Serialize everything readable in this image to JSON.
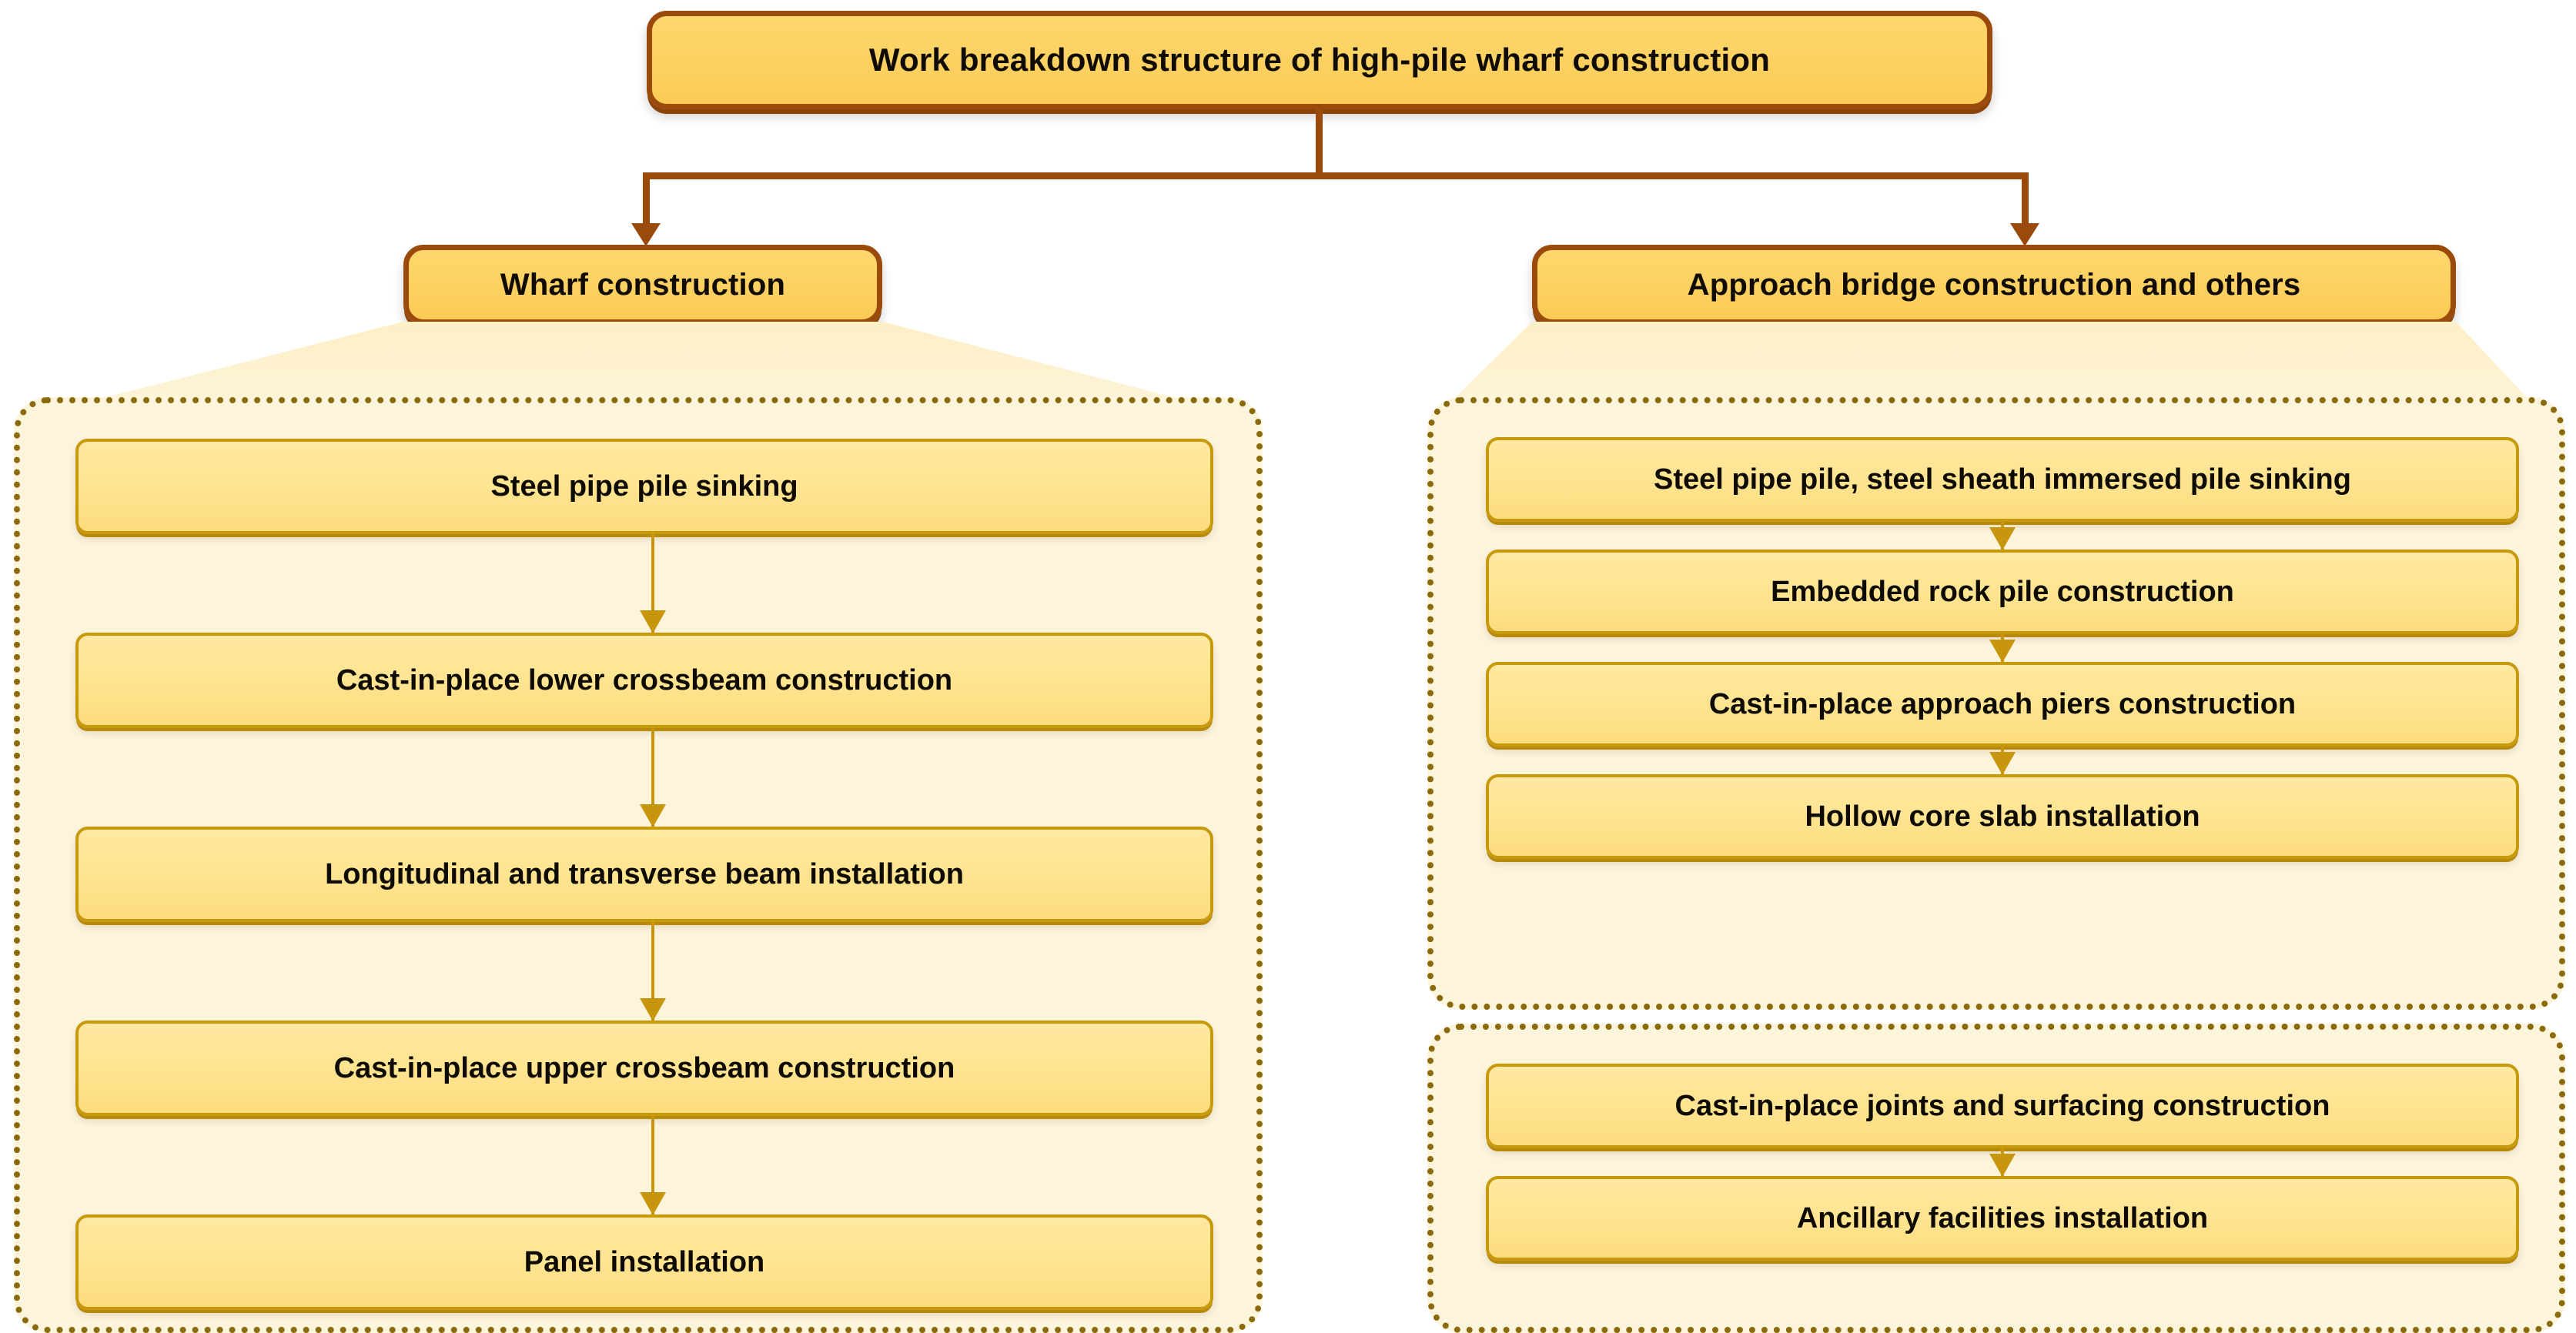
{
  "diagram": {
    "type": "work-breakdown-structure",
    "root": {
      "label": "Work breakdown structure of high-pile wharf construction"
    },
    "branches": [
      {
        "id": "wharf",
        "label": "Wharf construction",
        "groups": [
          {
            "id": "wharf-main",
            "steps": [
              "Steel pipe pile sinking",
              "Cast-in-place lower crossbeam construction",
              "Longitudinal and transverse beam installation",
              "Cast-in-place upper crossbeam construction",
              "Panel installation"
            ]
          }
        ]
      },
      {
        "id": "approach-bridge",
        "label": "Approach bridge construction and others",
        "groups": [
          {
            "id": "approach-main",
            "steps": [
              "Steel pipe pile, steel sheath immersed pile sinking",
              "Embedded rock pile construction",
              "Cast-in-place approach piers construction",
              "Hollow core slab installation"
            ]
          },
          {
            "id": "approach-finishing",
            "steps": [
              "Cast-in-place joints and surfacing construction",
              "Ancillary facilities installation"
            ]
          }
        ]
      }
    ],
    "colors": {
      "page_background": "#FFFFFF",
      "top_node_fill": "#FCD263",
      "top_node_border": "#9A4B0B",
      "step_fill": "#FFE491",
      "step_border": "#C79A0E",
      "group_fill": "#FDF4DC",
      "group_border": "#8A6A0B",
      "connector": "#9A4B0B",
      "step_arrow": "#C8960C",
      "text": "#100C03"
    }
  }
}
